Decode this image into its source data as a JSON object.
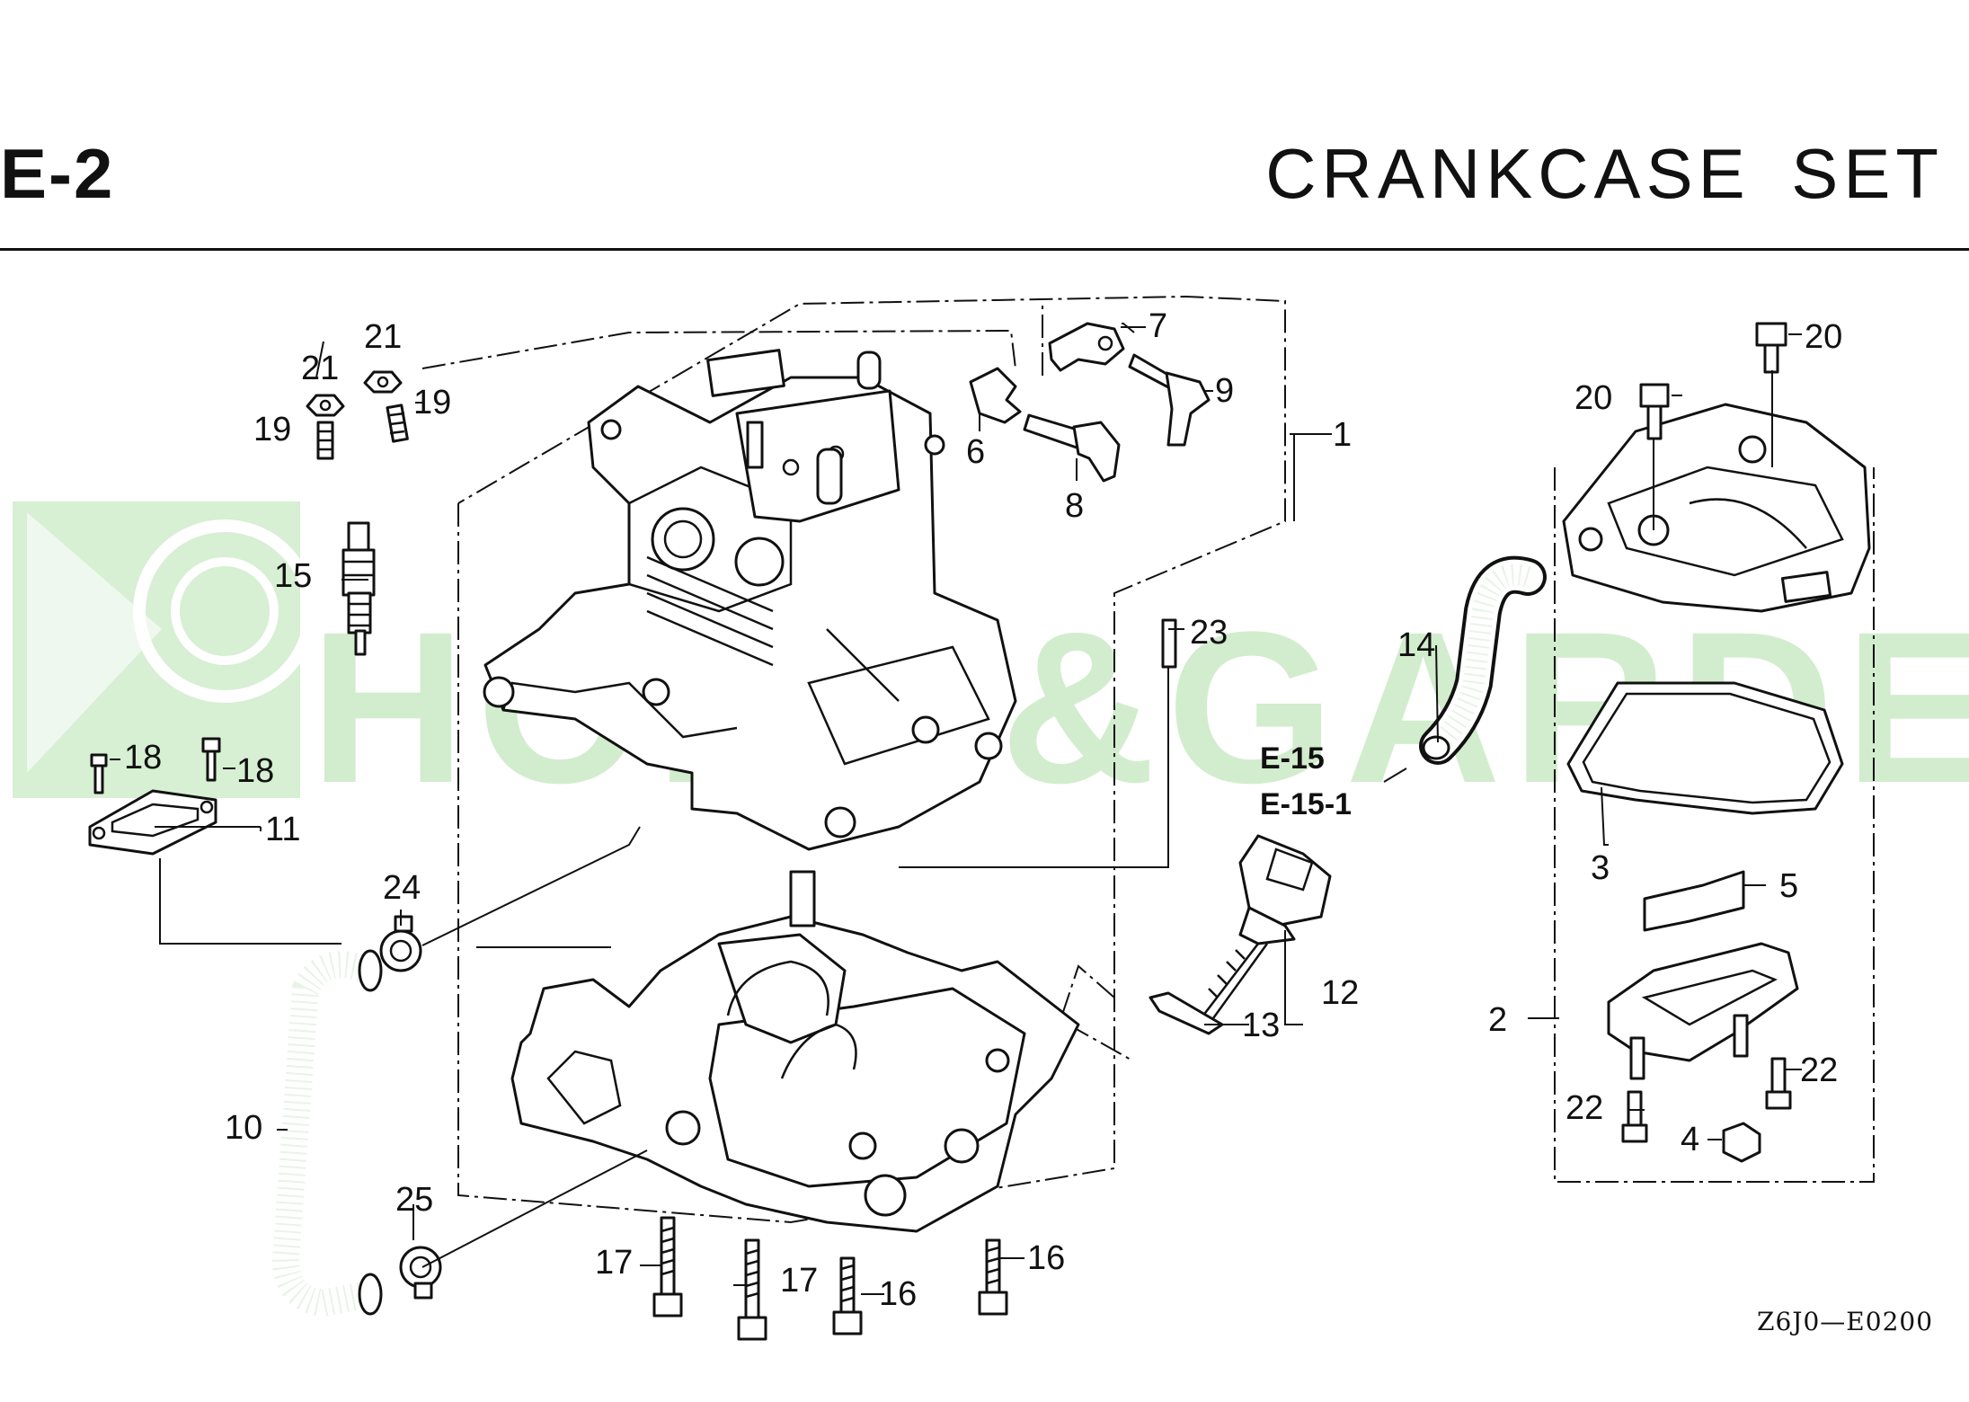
{
  "header": {
    "code": "E-2",
    "title": "CRANKCASE  SET"
  },
  "watermark": {
    "text": "HOME&GARDEN",
    "color": "#cdebc8"
  },
  "references": {
    "e15": "E-15",
    "e151": "E-15-1"
  },
  "drawing_code": "Z6J0—E0200",
  "callouts": [
    {
      "id": "c1",
      "label": "1"
    },
    {
      "id": "c2",
      "label": "2"
    },
    {
      "id": "c3",
      "label": "3"
    },
    {
      "id": "c4",
      "label": "4"
    },
    {
      "id": "c5",
      "label": "5"
    },
    {
      "id": "c6",
      "label": "6"
    },
    {
      "id": "c7",
      "label": "7"
    },
    {
      "id": "c8",
      "label": "8"
    },
    {
      "id": "c9",
      "label": "9"
    },
    {
      "id": "c10",
      "label": "10"
    },
    {
      "id": "c11",
      "label": "11"
    },
    {
      "id": "c12",
      "label": "12"
    },
    {
      "id": "c13",
      "label": "13"
    },
    {
      "id": "c14",
      "label": "14"
    },
    {
      "id": "c15",
      "label": "15"
    },
    {
      "id": "c16a",
      "label": "16"
    },
    {
      "id": "c16b",
      "label": "16"
    },
    {
      "id": "c17a",
      "label": "17"
    },
    {
      "id": "c17b",
      "label": "17"
    },
    {
      "id": "c18a",
      "label": "18"
    },
    {
      "id": "c18b",
      "label": "18"
    },
    {
      "id": "c19a",
      "label": "19"
    },
    {
      "id": "c19b",
      "label": "19"
    },
    {
      "id": "c20a",
      "label": "20"
    },
    {
      "id": "c20b",
      "label": "20"
    },
    {
      "id": "c21a",
      "label": "21"
    },
    {
      "id": "c21b",
      "label": "21"
    },
    {
      "id": "c22a",
      "label": "22"
    },
    {
      "id": "c22b",
      "label": "22"
    },
    {
      "id": "c23",
      "label": "23"
    },
    {
      "id": "c24",
      "label": "24"
    },
    {
      "id": "c25",
      "label": "25"
    }
  ]
}
